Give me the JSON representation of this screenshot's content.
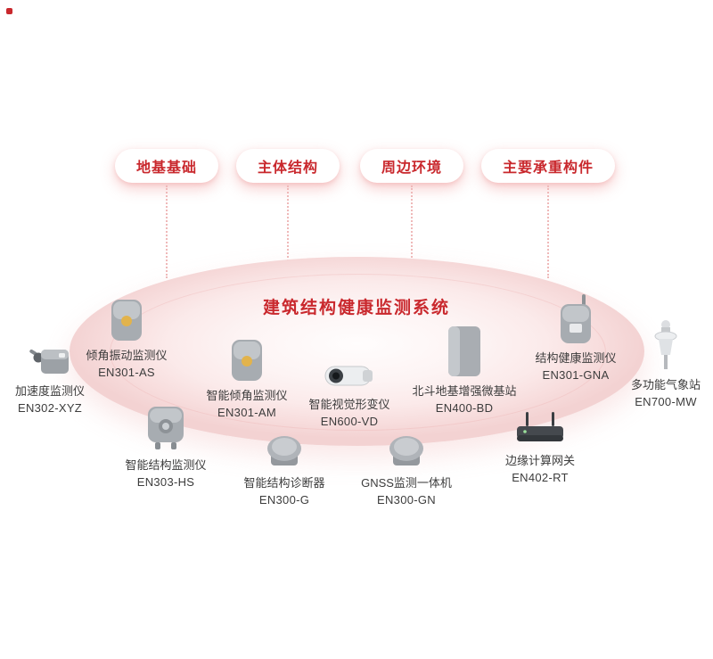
{
  "page": {
    "title": "建筑结构健康监测系统"
  },
  "categories": [
    {
      "label": "地基基础"
    },
    {
      "label": "主体结构"
    },
    {
      "label": "周边环境"
    },
    {
      "label": "主要承重构件"
    }
  ],
  "devices": [
    {
      "name": "加速度监测仪",
      "model": "EN302-XYZ",
      "icon": "accelerometer-icon"
    },
    {
      "name": "倾角振动监测仪",
      "model": "EN301-AS",
      "icon": "tilt-vibration-monitor-icon"
    },
    {
      "name": "智能倾角监测仪",
      "model": "EN301-AM",
      "icon": "smart-tilt-monitor-icon"
    },
    {
      "name": "智能视觉形变仪",
      "model": "EN600-VD",
      "icon": "vision-camera-icon"
    },
    {
      "name": "北斗地基增强微基站",
      "model": "EN400-BD",
      "icon": "beidou-base-station-icon"
    },
    {
      "name": "结构健康监测仪",
      "model": "EN301-GNA",
      "icon": "structure-health-monitor-icon"
    },
    {
      "name": "多功能气象站",
      "model": "EN700-MW",
      "icon": "weather-station-icon"
    },
    {
      "name": "智能结构监测仪",
      "model": "EN303-HS",
      "icon": "smart-structure-monitor-icon"
    },
    {
      "name": "智能结构诊断器",
      "model": "EN300-G",
      "icon": "structure-diagnoser-icon"
    },
    {
      "name": "GNSS监测一体机",
      "model": "EN300-GN",
      "icon": "gnss-monitor-icon"
    },
    {
      "name": "边缘计算网关",
      "model": "EN402-RT",
      "icon": "edge-gateway-icon"
    }
  ],
  "colors": {
    "accent_red": "#c9282d",
    "ellipse_pink": "#f7dcdc",
    "device_gray": "#a7acb1",
    "indicator_yellow": "#e2b34c"
  }
}
